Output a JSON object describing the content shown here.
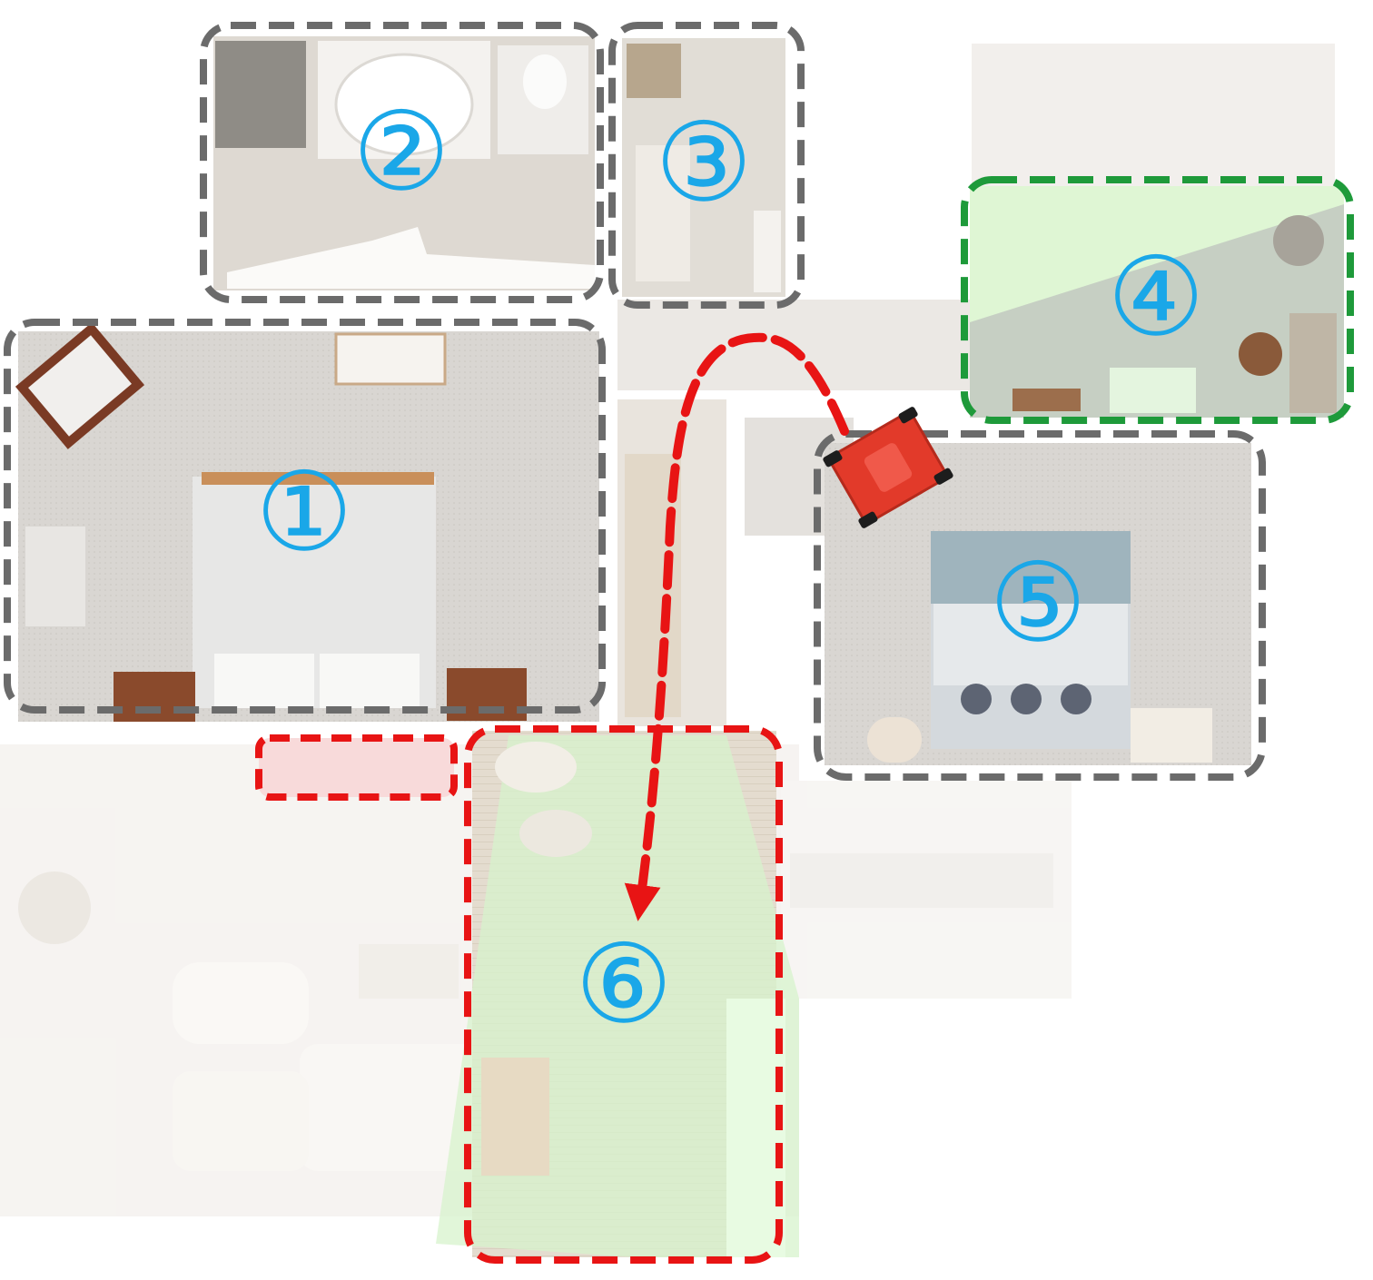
{
  "colors": {
    "room_number": "#1aa7e8",
    "room_outline": "#6b6b6b",
    "current_view_outline": "#1e9a3a",
    "target_outline": "#e81414",
    "view_cone_fill": "#c8f5c0",
    "path": "#e81414",
    "robot": "#e23a2a"
  },
  "rooms": [
    {
      "id": "room-1",
      "label": "①",
      "role": "room"
    },
    {
      "id": "room-2",
      "label": "②",
      "role": "room"
    },
    {
      "id": "room-3",
      "label": "③",
      "role": "room"
    },
    {
      "id": "room-4",
      "label": "④",
      "role": "current-view"
    },
    {
      "id": "room-5",
      "label": "⑤",
      "role": "room"
    },
    {
      "id": "room-6",
      "label": "⑥",
      "role": "target"
    }
  ],
  "icons": {
    "robot": "robot-car-icon",
    "path": "dashed-path-arrow"
  }
}
